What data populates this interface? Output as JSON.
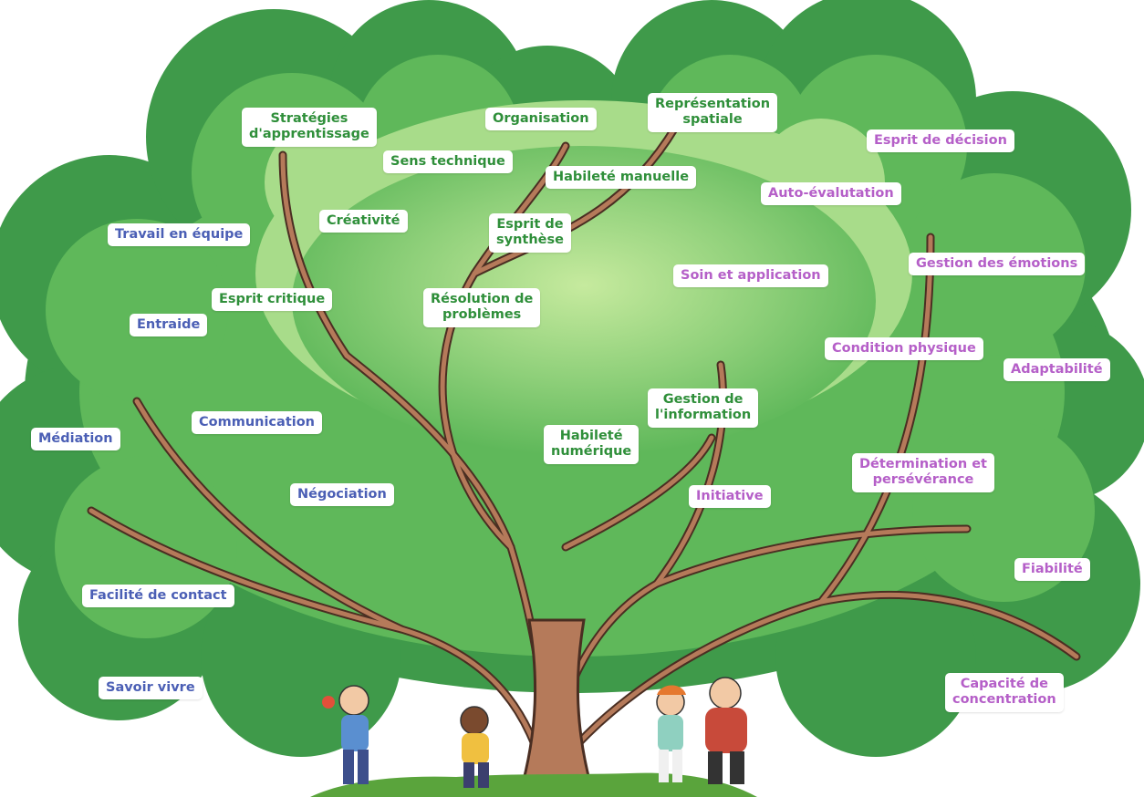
{
  "colors": {
    "foliage_dark": "#3f9a4a",
    "foliage_mid": "#5fb85a",
    "foliage_light": "#a8dc8a",
    "branch": "#b57a5a",
    "branch_outline": "#4a2e22",
    "grass": "#5aa43c",
    "green_labels": "#2f8f3a",
    "blue_labels": "#4b5fb5",
    "purple_labels": "#b55fc8"
  },
  "labels": [
    {
      "id": "strategies-apprentissage",
      "lines": [
        "Stratégies",
        "d'apprentissage"
      ],
      "group": "green"
    },
    {
      "id": "organisation",
      "lines": [
        "Organisation"
      ],
      "group": "green"
    },
    {
      "id": "representation-spatiale",
      "lines": [
        "Représentation",
        "spatiale"
      ],
      "group": "green"
    },
    {
      "id": "sens-technique",
      "lines": [
        "Sens technique"
      ],
      "group": "green"
    },
    {
      "id": "habilete-manuelle",
      "lines": [
        "Habileté manuelle"
      ],
      "group": "green"
    },
    {
      "id": "creativite",
      "lines": [
        "Créativité"
      ],
      "group": "green"
    },
    {
      "id": "esprit-synthese",
      "lines": [
        "Esprit de",
        "synthèse"
      ],
      "group": "green"
    },
    {
      "id": "esprit-critique",
      "lines": [
        "Esprit critique"
      ],
      "group": "green"
    },
    {
      "id": "resolution-problemes",
      "lines": [
        "Résolution de",
        "problèmes"
      ],
      "group": "green"
    },
    {
      "id": "gestion-information",
      "lines": [
        "Gestion de",
        "l'information"
      ],
      "group": "green"
    },
    {
      "id": "habilete-numerique",
      "lines": [
        "Habileté",
        "numérique"
      ],
      "group": "green"
    },
    {
      "id": "travail-equipe",
      "lines": [
        "Travail en équipe"
      ],
      "group": "blue"
    },
    {
      "id": "entraide",
      "lines": [
        "Entraide"
      ],
      "group": "blue"
    },
    {
      "id": "communication",
      "lines": [
        "Communication"
      ],
      "group": "blue"
    },
    {
      "id": "mediation",
      "lines": [
        "Médiation"
      ],
      "group": "blue"
    },
    {
      "id": "negociation",
      "lines": [
        "Négociation"
      ],
      "group": "blue"
    },
    {
      "id": "facilite-contact",
      "lines": [
        "Facilité de contact"
      ],
      "group": "blue"
    },
    {
      "id": "savoir-vivre",
      "lines": [
        "Savoir vivre"
      ],
      "group": "blue"
    },
    {
      "id": "esprit-decision",
      "lines": [
        "Esprit de décision"
      ],
      "group": "purple"
    },
    {
      "id": "auto-evaluation",
      "lines": [
        "Auto-évalutation"
      ],
      "group": "purple"
    },
    {
      "id": "soin-application",
      "lines": [
        "Soin et application"
      ],
      "group": "purple"
    },
    {
      "id": "gestion-emotions",
      "lines": [
        "Gestion des émotions"
      ],
      "group": "purple"
    },
    {
      "id": "condition-physique",
      "lines": [
        "Condition physique"
      ],
      "group": "purple"
    },
    {
      "id": "adaptabilite",
      "lines": [
        "Adaptabilité"
      ],
      "group": "purple"
    },
    {
      "id": "initiative",
      "lines": [
        "Initiative"
      ],
      "group": "purple"
    },
    {
      "id": "determination-perseverance",
      "lines": [
        "Détermination et",
        "persévérance"
      ],
      "group": "purple"
    },
    {
      "id": "fiabilite",
      "lines": [
        "Fiabilité"
      ],
      "group": "purple"
    },
    {
      "id": "capacite-concentration",
      "lines": [
        "Capacité de",
        "concentration"
      ],
      "group": "purple"
    }
  ]
}
